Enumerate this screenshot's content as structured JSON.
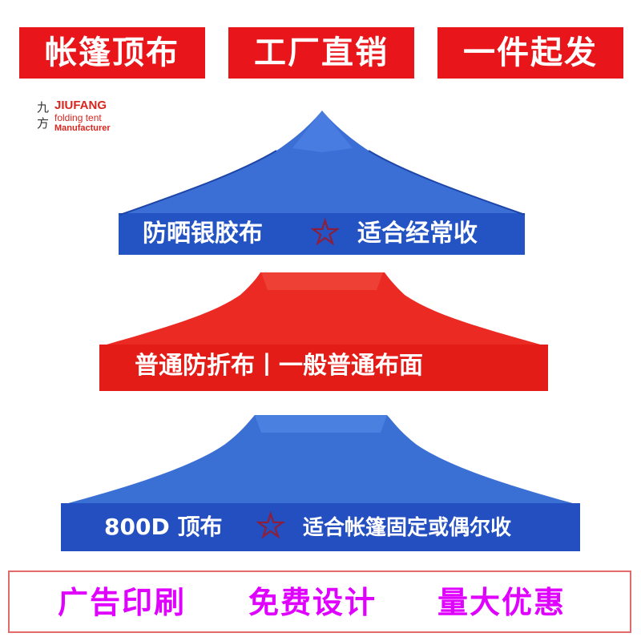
{
  "top_badges": [
    "帐篷顶布",
    "工厂直销",
    "一件起发"
  ],
  "logo": {
    "chinese": "九方",
    "brand": "JIUFANG",
    "line2": "folding tent",
    "line3": "Manufacturer"
  },
  "canopies": [
    {
      "color": "#2f5fcf",
      "left_text": "防晒银胶布",
      "right_text": "适合经常收",
      "star": "☆"
    },
    {
      "color": "#e8201e",
      "text": "普通防折布丨一般普通布面"
    },
    {
      "color": "#2a59c4",
      "left_text": "800D 顶布",
      "right_text": "适合帐篷固定或偶尔收",
      "star": "☆"
    }
  ],
  "footer": [
    "广告印刷",
    "免费设计",
    "量大优惠"
  ],
  "colors": {
    "accent_red": "#e8161b",
    "footer_text": "#e000ff",
    "star": "#c0354a"
  }
}
